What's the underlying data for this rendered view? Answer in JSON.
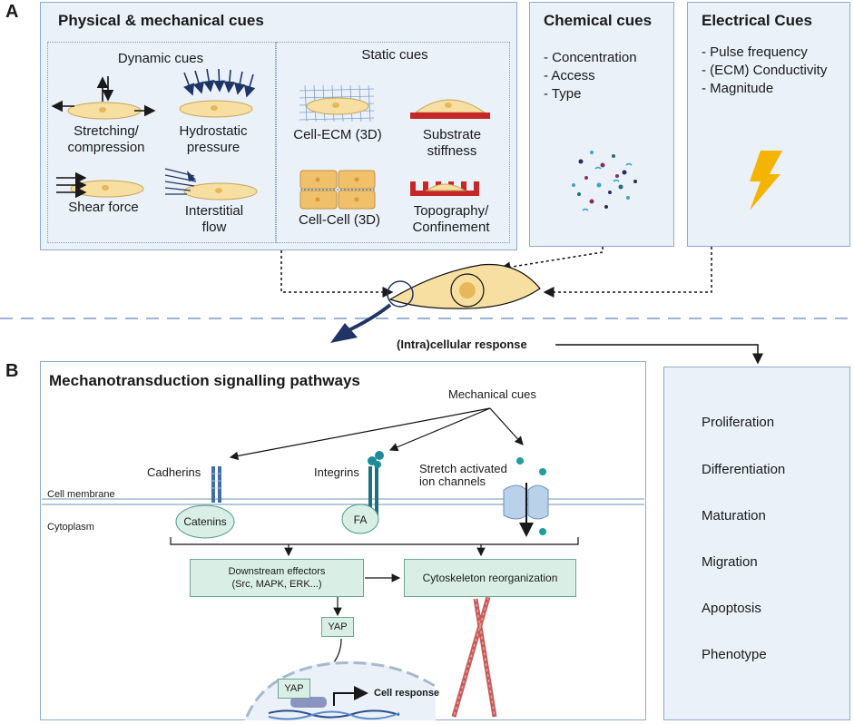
{
  "panel_a": {
    "letter": "A",
    "physical": {
      "title": "Physical & mechanical  cues",
      "dynamic_title": "Dynamic cues",
      "static_title": "Static cues",
      "dynamic_items": [
        "Stretching/\ncompression",
        "Hydrostatic\npressure",
        "Shear force",
        "Interstitial\nflow"
      ],
      "static_items": [
        "Cell-ECM (3D)",
        "Substrate\nstiffness",
        "Cell-Cell (3D)",
        "Topography/\nConfinement"
      ]
    },
    "chemical": {
      "title": "Chemical cues",
      "items": [
        "- Concentration",
        "- Access",
        "- Type"
      ]
    },
    "electrical": {
      "title": "Electrical Cues",
      "items": [
        "- Pulse frequency",
        "- (ECM) Conductivity",
        "- Magnitude"
      ]
    }
  },
  "panel_b": {
    "letter": "B",
    "title": "Mechanotransduction signalling pathways",
    "mechanical_cues": "Mechanical cues",
    "cadherins": "Cadherins",
    "integrins": "Integrins",
    "stretch_channels": "Stretch activated\nion channels",
    "cell_membrane": "Cell membrane",
    "cytoplasm": "Cytoplasm",
    "catenins": "Catenins",
    "fa": "FA",
    "downstream": "Downstream effectors\n(Src, MAPK, ERK...)",
    "cytoskeleton": "Cytoskeleton reorganization",
    "yap_1": "YAP",
    "yap_2": "YAP",
    "cell_response": "Cell response"
  },
  "intracellular": {
    "label": "(Intra)cellular response",
    "items": [
      "Proliferation",
      "Differentiation",
      "Maturation",
      "Migration",
      "Apoptosis",
      "Phenotype"
    ]
  },
  "colors": {
    "panel_fill": "#eaf1f9",
    "panel_border": "#8eaad0",
    "cell_fill": "#f6dfa0",
    "arrow_navy": "#1f3566",
    "effector_fill": "#d9efe6",
    "lightning": "#f5b400"
  }
}
